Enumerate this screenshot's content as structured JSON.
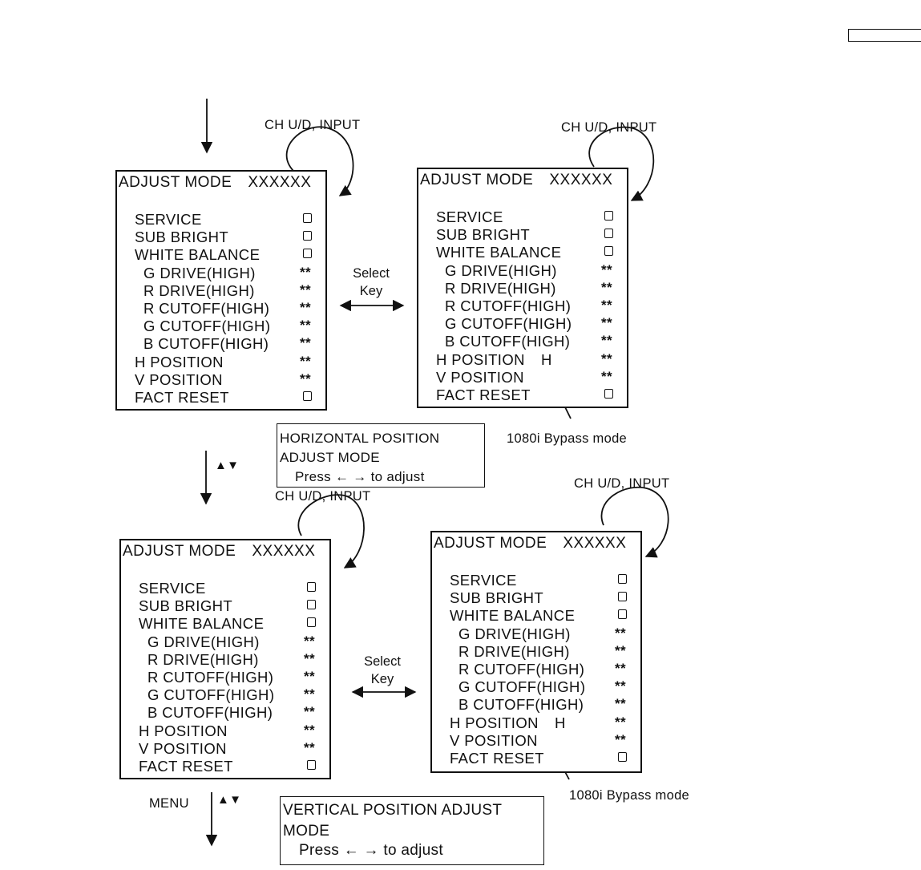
{
  "loop_label": "CH U/D, INPUT",
  "select_key": {
    "line1": "Select",
    "line2": "Key"
  },
  "bypass_label": "1080i Bypass mode",
  "keys": {
    "updown": "▲▼",
    "menu": "MENU"
  },
  "menu": {
    "title": "ADJUST MODE",
    "code": "XXXXXX",
    "items": [
      {
        "label": "SERVICE",
        "value": "",
        "type": "check",
        "indent": false
      },
      {
        "label": "SUB BRIGHT",
        "value": "",
        "type": "check",
        "indent": false
      },
      {
        "label": "WHITE BALANCE",
        "value": "",
        "type": "check",
        "indent": false
      },
      {
        "label": "G DRIVE(HIGH)",
        "value": "**",
        "type": "value",
        "indent": true
      },
      {
        "label": "R DRIVE(HIGH)",
        "value": "**",
        "type": "value",
        "indent": true
      },
      {
        "label": "R CUTOFF(HIGH)",
        "value": "**",
        "type": "value",
        "indent": true
      },
      {
        "label": "G CUTOFF(HIGH)",
        "value": "**",
        "type": "value",
        "indent": true
      },
      {
        "label": "B CUTOFF(HIGH)",
        "value": "**",
        "type": "value",
        "indent": true
      },
      {
        "label": "H POSITION",
        "value": "**",
        "type": "value",
        "indent": false
      },
      {
        "label": "V POSITION",
        "value": "**",
        "type": "value",
        "indent": false
      },
      {
        "label": "FACT RESET",
        "value": "",
        "type": "check",
        "indent": false
      }
    ]
  },
  "mode_marker": "H",
  "info_horizontal": {
    "line1": "HORIZONTAL POSITION",
    "line2": "ADJUST MODE",
    "line3": "Press ← → to adjust"
  },
  "info_vertical": {
    "line1": "VERTICAL POSITION ADJUST",
    "line2": "MODE",
    "line3": "Press ← → to adjust"
  }
}
